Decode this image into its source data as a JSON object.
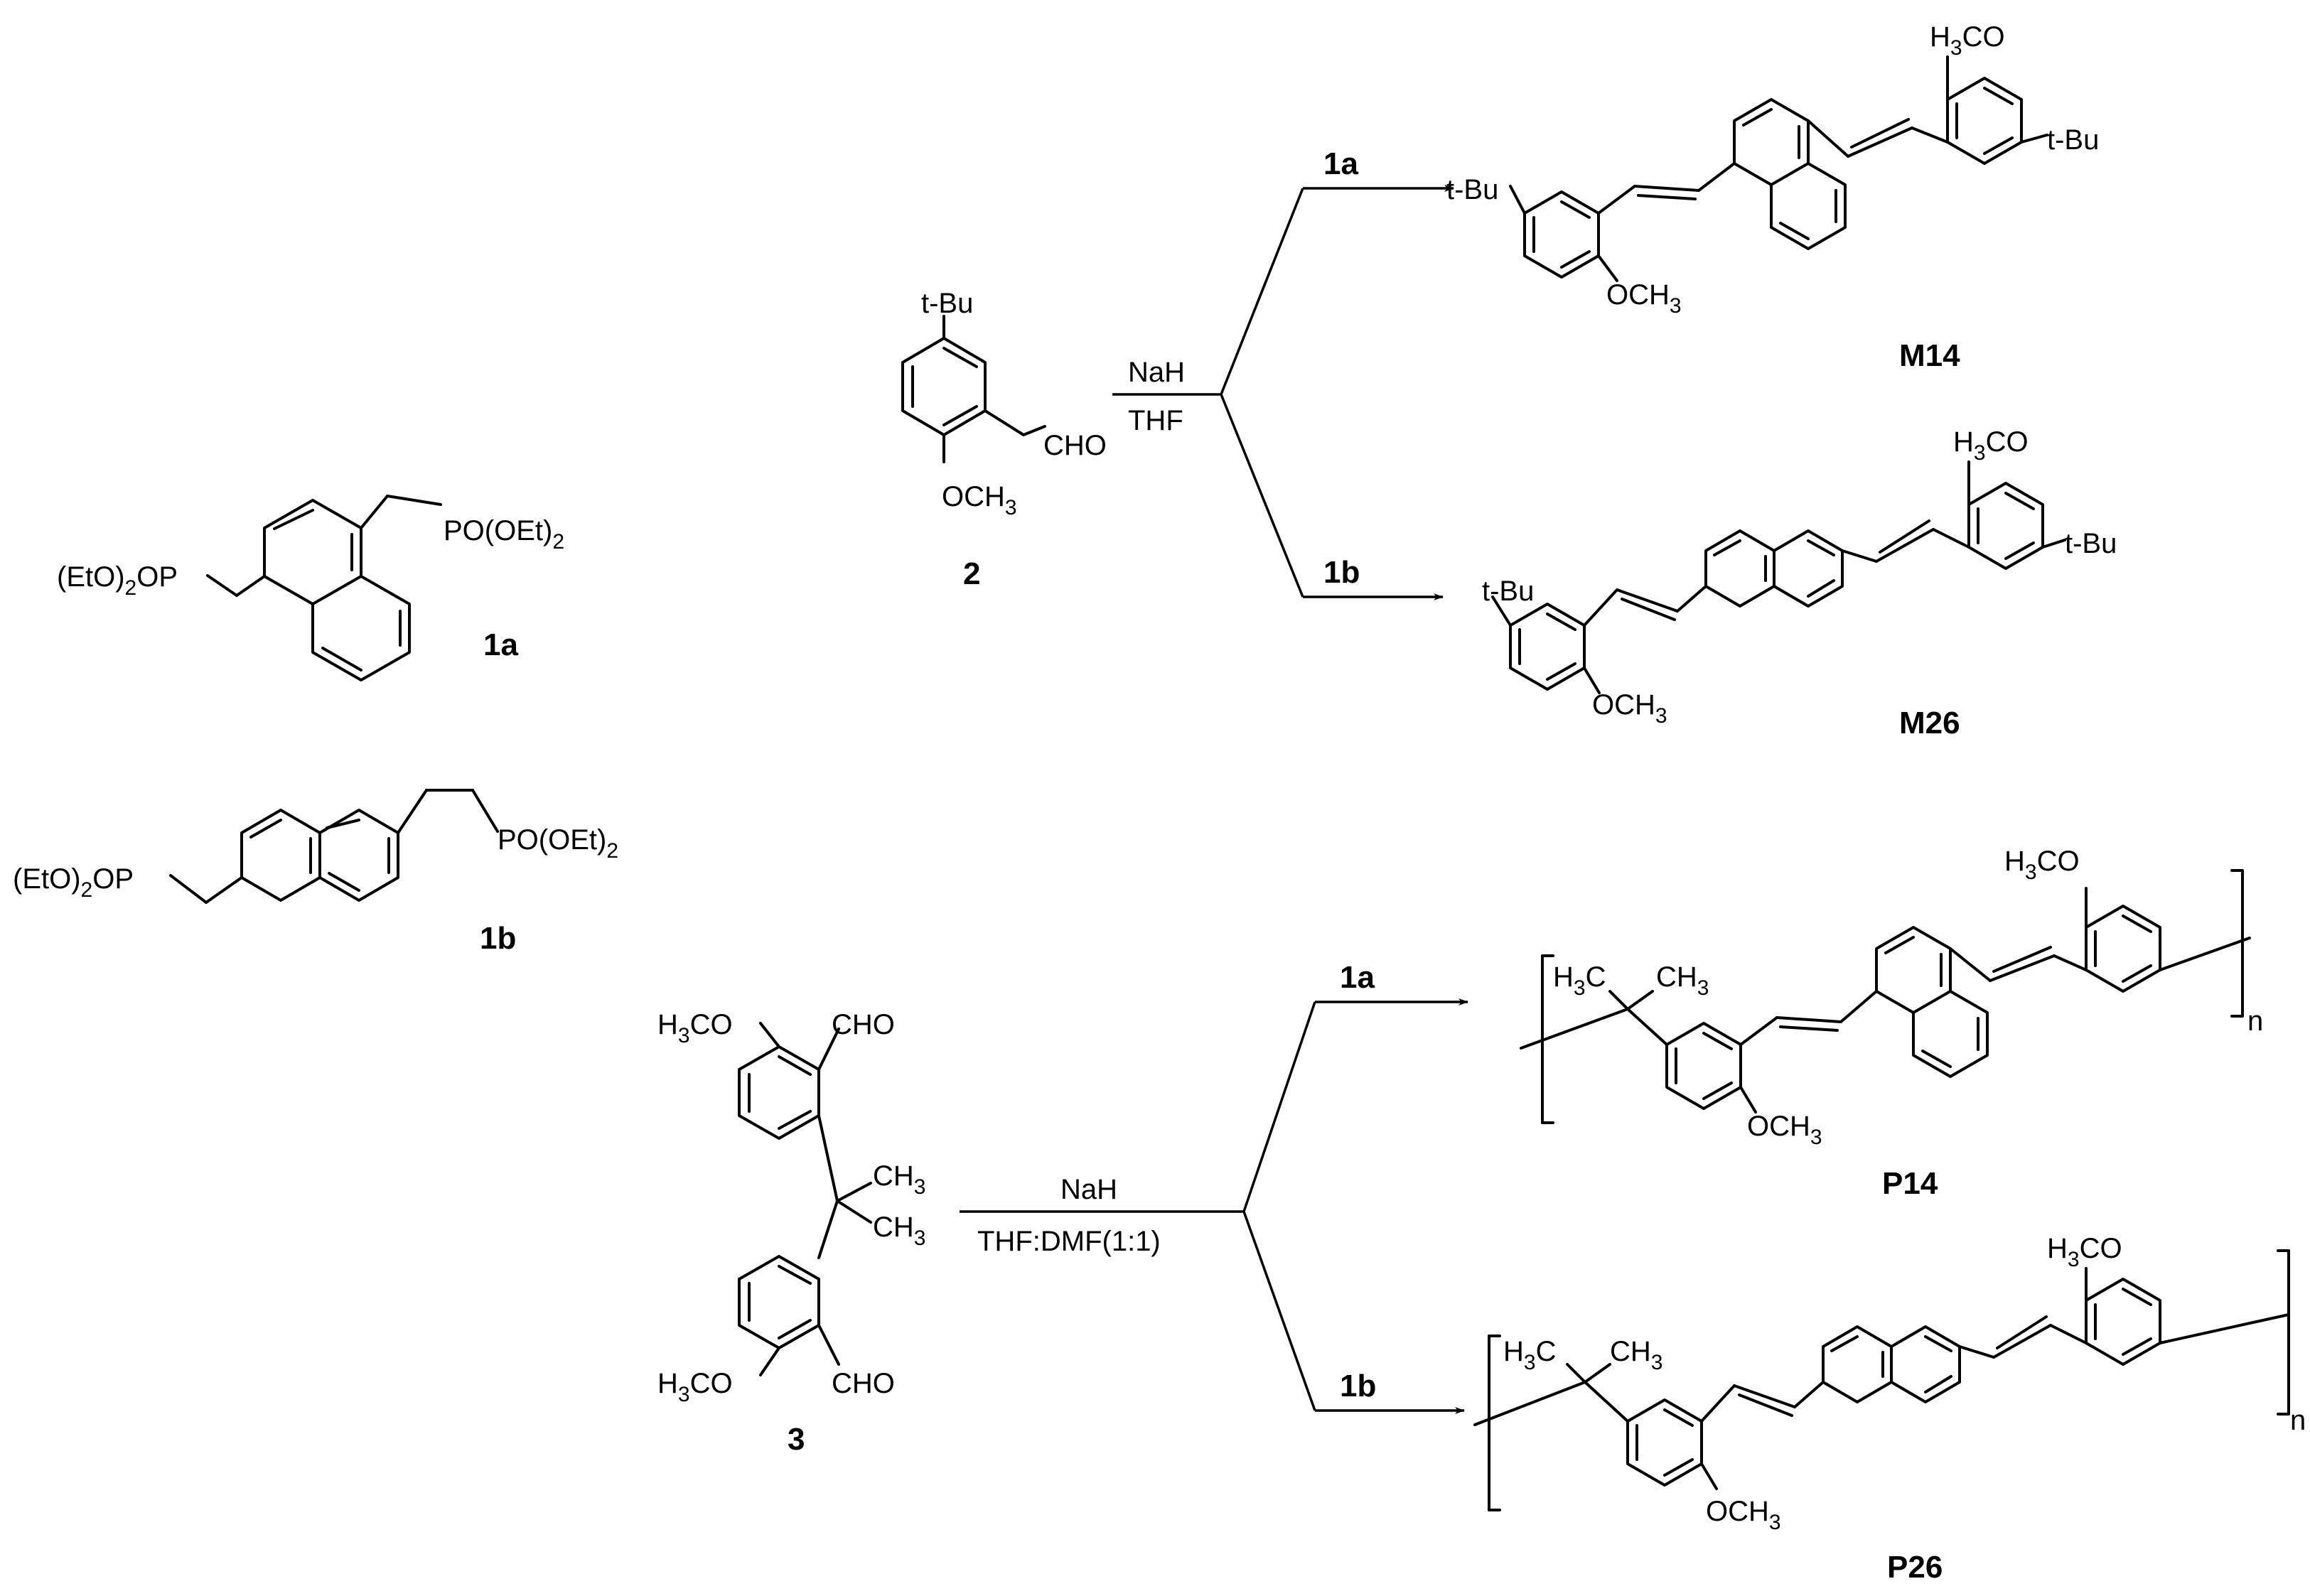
{
  "scheme": {
    "reagents": {
      "top_above": "NaH",
      "top_below": "THF",
      "bottom_above": "NaH",
      "bottom_below": "THF:DMF(1:1)"
    },
    "arrow_labels": {
      "a1": "1a",
      "b1": "1b",
      "a2": "1a",
      "b2": "1b"
    },
    "compounds": {
      "c1a": "1a",
      "c1b": "1b",
      "c2": "2",
      "c3": "3",
      "m14": "M14",
      "m26": "M26",
      "p14": "P14",
      "p26": "P26"
    },
    "groups": {
      "tbu": "t-Bu",
      "cho": "CHO",
      "och3": "OCH",
      "h3co_h3": "H",
      "h3co_co": "CO",
      "h3c_h": "H",
      "h3c_c": "C",
      "ch": "CH",
      "three": "3",
      "two": "2",
      "n": "n",
      "eto_open": "(EtO)",
      "op": "OP",
      "po_oet": "PO(OEt)"
    }
  }
}
